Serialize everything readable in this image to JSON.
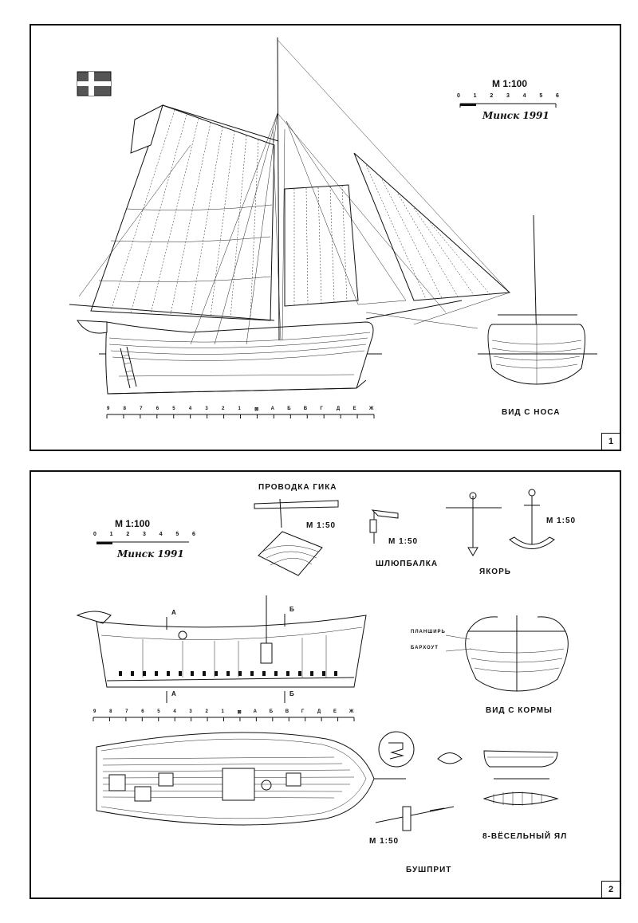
{
  "sheet1": {
    "page_number": "1",
    "scale": {
      "title": "М 1:100",
      "ticks": [
        "0",
        "1",
        "2",
        "3",
        "4",
        "5",
        "6"
      ],
      "signature": "Минск 1991"
    },
    "ruler_ticks": [
      "9",
      "8",
      "7",
      "6",
      "5",
      "4",
      "3",
      "2",
      "1",
      "⊠",
      "А",
      "Б",
      "В",
      "Г",
      "Д",
      "Е",
      "Ж"
    ],
    "front_view_label": "ВИД С НОСА"
  },
  "sheet2": {
    "page_number": "2",
    "scale": {
      "title": "М 1:100",
      "ticks": [
        "0",
        "1",
        "2",
        "3",
        "4",
        "5",
        "6"
      ],
      "signature": "Минск 1991"
    },
    "boom_title": "ПРОВОДКА ГИКА",
    "boom_scale": "М 1:50",
    "davit_scale": "М 1:50",
    "davit_label": "ШЛЮПБАЛКА",
    "anchor_label": "ЯКОРЬ",
    "anchor_scale": "М 1:50",
    "section_marks": [
      "А",
      "Б",
      "А",
      "Б"
    ],
    "stern_labels": [
      "ПЛАНШИРЬ",
      "БАРХОУТ"
    ],
    "stern_view_label": "ВИД С КОРМЫ",
    "ruler_ticks": [
      "9",
      "8",
      "7",
      "6",
      "5",
      "4",
      "3",
      "2",
      "1",
      "⊠",
      "А",
      "Б",
      "В",
      "Г",
      "Д",
      "Е",
      "Ж"
    ],
    "bowsprit_scale": "М 1:50",
    "bowsprit_label": "БУШПРИТ",
    "yawl_label": "8-ВЁСЕЛЬНЫЙ ЯЛ"
  }
}
